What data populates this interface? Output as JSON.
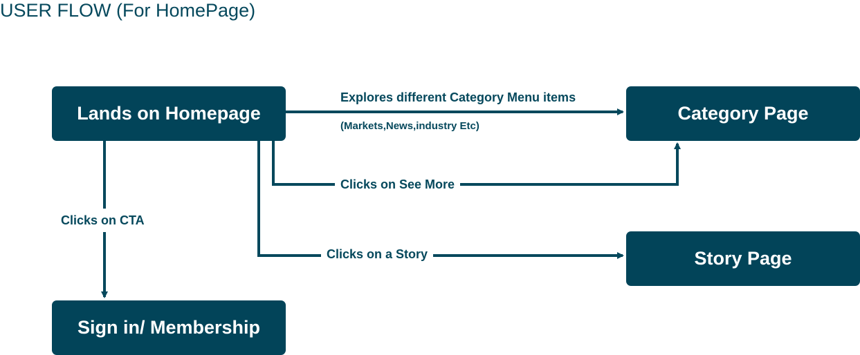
{
  "title": "USER FLOW (For HomePage)",
  "colors": {
    "node_fill": "#024459",
    "node_text": "#ffffff",
    "line": "#05485c",
    "label_text": "#05485c"
  },
  "nodes": {
    "homepage": "Lands on Homepage",
    "category": "Category Page",
    "story": "Story Page",
    "signin": "Sign in/ Membership"
  },
  "edges": {
    "explores": "Explores different Category Menu items",
    "explores_sub": "(Markets,News,industry Etc)",
    "see_more": "Clicks on See More",
    "story": "Clicks on a Story",
    "cta": "Clicks on CTA"
  }
}
